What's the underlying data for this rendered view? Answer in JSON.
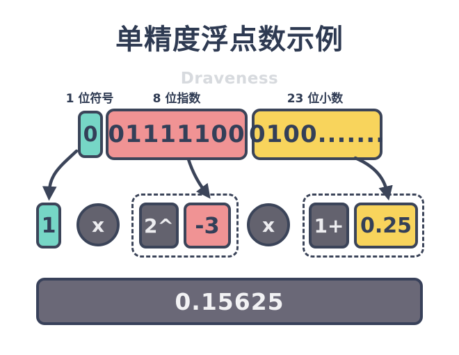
{
  "header": {
    "title": "单精度浮点数示例",
    "watermark": "Draveness"
  },
  "fields": {
    "sign": {
      "label": "1 位符号",
      "bits": "0"
    },
    "exponent": {
      "label": "8 位指数",
      "bits": "01111100"
    },
    "fraction": {
      "label": "23 位小数",
      "bits": "0100......."
    }
  },
  "expression": {
    "sign_value": "1",
    "multiply1": "x",
    "base": "2^",
    "exponent_value": "-3",
    "multiply2": "x",
    "mantissa_prefix": "1+",
    "mantissa_value": "0.25"
  },
  "result": {
    "value": "0.15625"
  },
  "colors": {
    "navy_border": "#3b4459",
    "title_text": "#2e3a52",
    "watermark_text": "#d7dade",
    "teal": "#76d6c6",
    "pink": "#f09394",
    "yellow": "#f8d45c",
    "slate": "#63626e",
    "result_fill": "#6a6877"
  }
}
